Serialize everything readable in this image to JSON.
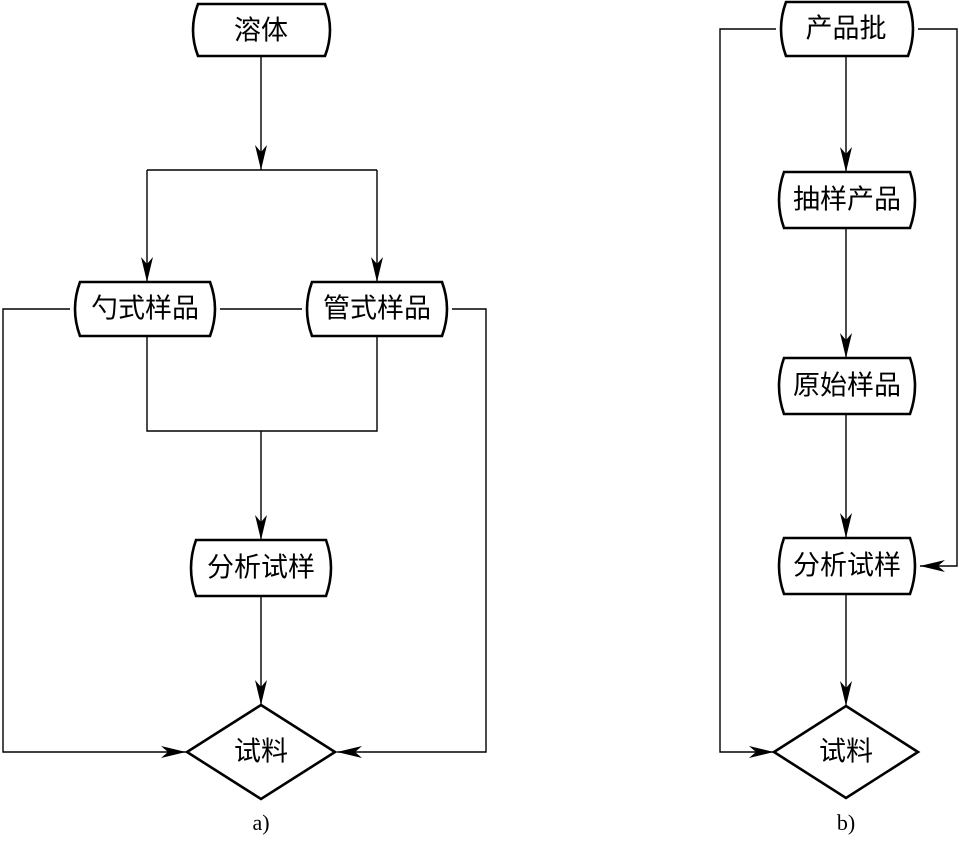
{
  "diagram_a": {
    "caption": "a)",
    "nodes": {
      "melt": "溶体",
      "spoon_sample": "勺式样品",
      "tube_sample": "管式样品",
      "analysis_sample": "分析试样",
      "test_material": "试料"
    }
  },
  "diagram_b": {
    "caption": "b)",
    "nodes": {
      "product_batch": "产品批",
      "sampled_product": "抽样产品",
      "original_sample": "原始样品",
      "analysis_sample": "分析试样",
      "test_material": "试料"
    }
  }
}
